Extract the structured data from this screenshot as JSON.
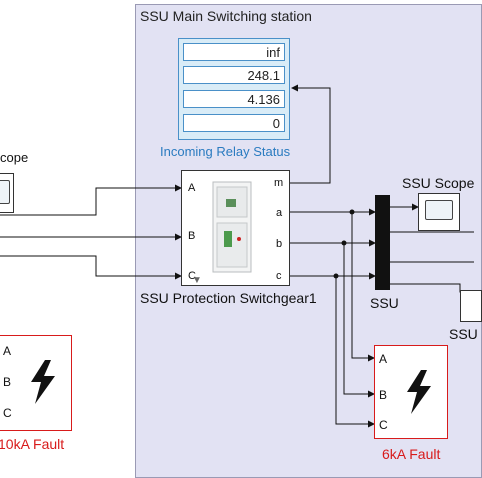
{
  "station": {
    "title": "SSU Main Switching station"
  },
  "relay_display": {
    "values": [
      "inf",
      "248.1",
      "4.136",
      "0"
    ],
    "label": "Incoming Relay Status"
  },
  "scope_left": {
    "label": "cope"
  },
  "switchgear": {
    "label": "SSU Protection Switchgear1",
    "in_ports": [
      "A",
      "B",
      "C"
    ],
    "out_ports": [
      "m",
      "a",
      "b",
      "c"
    ]
  },
  "bus": {
    "label": "SSU"
  },
  "scope_right": {
    "label": "SSU Scope"
  },
  "right_cut": {
    "label": "SSU"
  },
  "fault_left": {
    "label": "10kA Fault",
    "ports": [
      "A",
      "B",
      "C"
    ]
  },
  "fault_right": {
    "label": "6kA Fault",
    "ports": [
      "A",
      "B",
      "C"
    ]
  },
  "colors": {
    "station_bg": "#e2e2f3",
    "display_blue": "#2a7bc0",
    "fault_red": "#d81b1b"
  }
}
